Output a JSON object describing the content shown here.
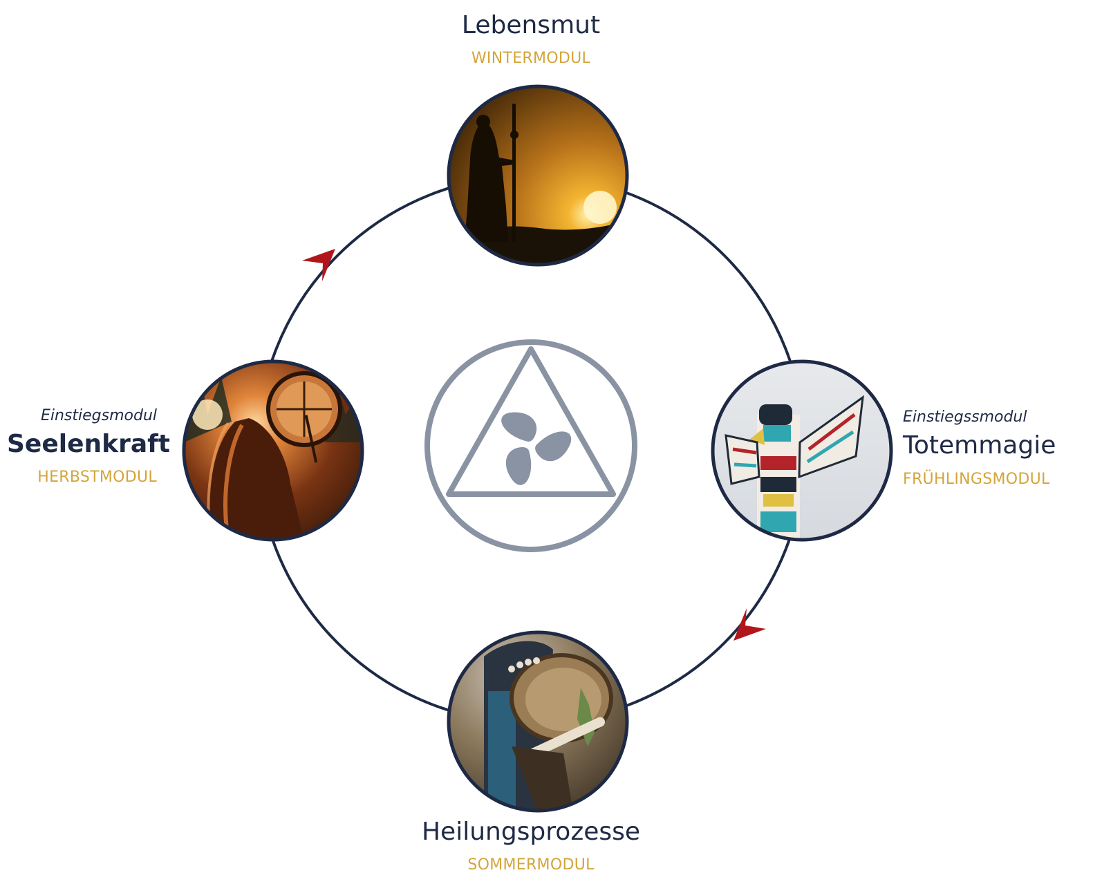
{
  "modules": {
    "winter": {
      "title": "Lebensmut",
      "module": "WINTERMODUL",
      "image": "silhouette-with-staff-at-sunset"
    },
    "spring": {
      "kicker": "Einstiegssmodul",
      "title": "Totemmagie",
      "module": "FRÜHLINGSMODUL",
      "image": "totem-pole"
    },
    "summer": {
      "title": "Heilungsprozesse",
      "module": "SOMMERMODUL",
      "image": "shaman-costume-with-drum"
    },
    "autumn": {
      "kicker": "Einstiegsmodul",
      "title": "Seelenkraft",
      "module": "HERBSTMODUL",
      "image": "woman-with-frame-drum-backlit"
    }
  },
  "center_symbol": "triskele-in-triangle-in-circle-icon",
  "colors": {
    "ring": "#1e2a45",
    "arrow": "#b0161b",
    "module_label": "#d3a53a",
    "title": "#1e2a45",
    "symbol": "#8a93a3"
  }
}
